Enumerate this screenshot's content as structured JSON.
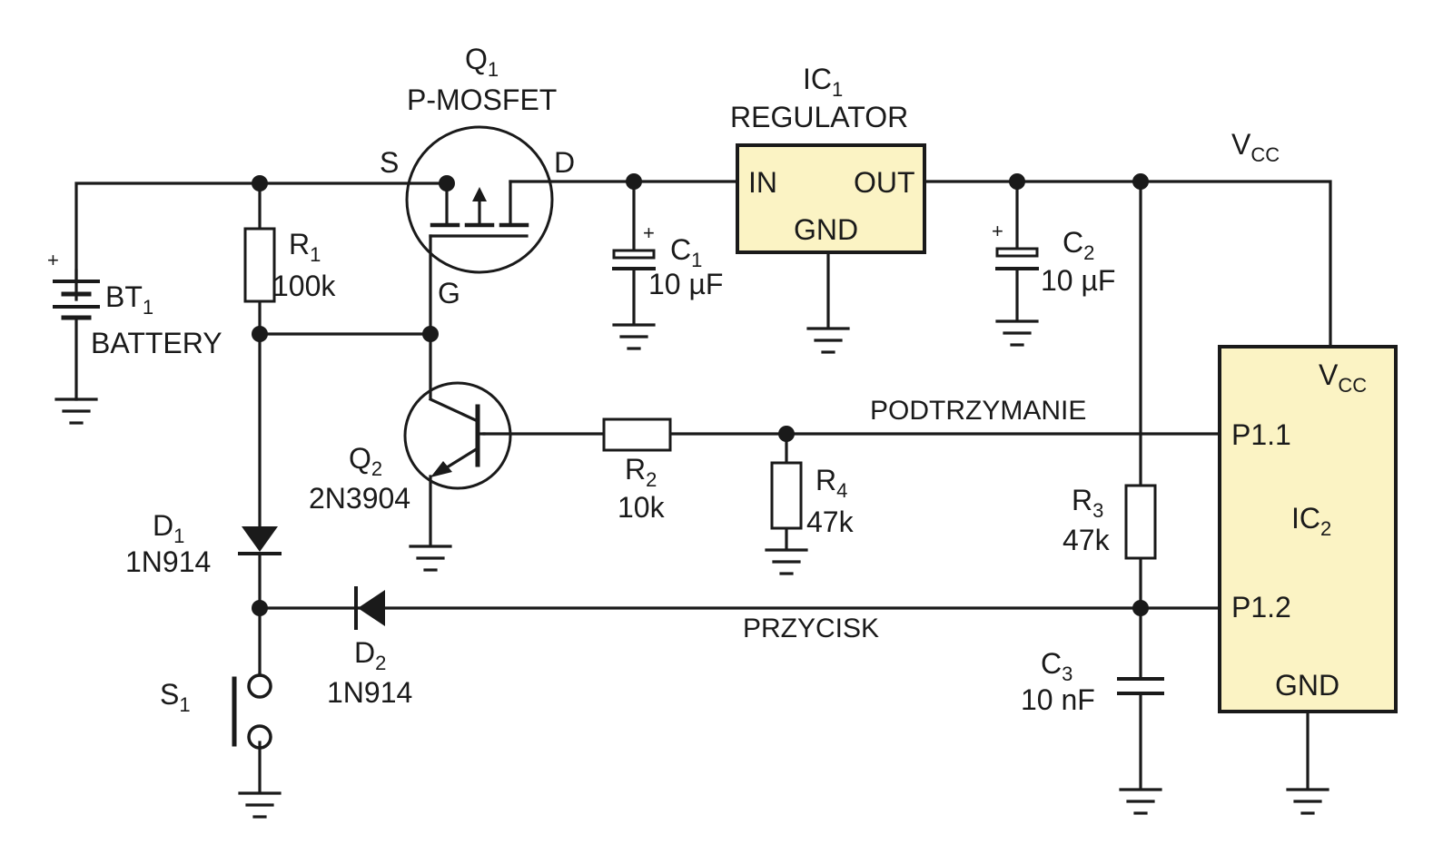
{
  "colors": {
    "ink": "#1a1a1a",
    "ic_fill": "#fbf3c4",
    "background": "#ffffff"
  },
  "q1": {
    "ref": "Q",
    "sub": "1",
    "type": "P-MOSFET",
    "pin_s": "S",
    "pin_d": "D",
    "pin_g": "G"
  },
  "ic1": {
    "ref": "IC",
    "sub": "1",
    "type": "REGULATOR",
    "pin_in": "IN",
    "pin_out": "OUT",
    "pin_gnd": "GND"
  },
  "vcc_top": {
    "main": "V",
    "sub": "CC"
  },
  "c1": {
    "ref": "C",
    "sub": "1",
    "value": "10 µF",
    "polarity": "+"
  },
  "c2": {
    "ref": "C",
    "sub": "2",
    "value": "10 µF",
    "polarity": "+"
  },
  "c3": {
    "ref": "C",
    "sub": "3",
    "value": "10 nF"
  },
  "bt1": {
    "ref": "BT",
    "sub": "1",
    "type": "BATTERY",
    "polarity": "+"
  },
  "r1": {
    "ref": "R",
    "sub": "1",
    "value": "100k"
  },
  "r2": {
    "ref": "R",
    "sub": "2",
    "value": "10k"
  },
  "r3": {
    "ref": "R",
    "sub": "3",
    "value": "47k"
  },
  "r4": {
    "ref": "R",
    "sub": "4",
    "value": "47k"
  },
  "q2": {
    "ref": "Q",
    "sub": "2",
    "type": "2N3904"
  },
  "d1": {
    "ref": "D",
    "sub": "1",
    "type": "1N914"
  },
  "d2": {
    "ref": "D",
    "sub": "2",
    "type": "1N914"
  },
  "s1": {
    "ref": "S",
    "sub": "1"
  },
  "ic2": {
    "ref": "IC",
    "sub": "2",
    "pin_vcc_main": "V",
    "pin_vcc_sub": "CC",
    "pin_p11": "P1.1",
    "pin_p12": "P1.2",
    "pin_gnd": "GND"
  },
  "nets": {
    "hold": "PODTRZYMANIE",
    "button": "PRZYCISK"
  }
}
